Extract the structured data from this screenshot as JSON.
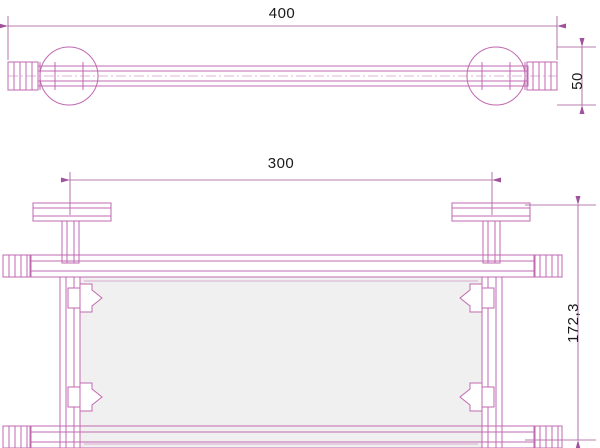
{
  "drawing": {
    "title": "technical-drawing-glass-shelf",
    "line_color": "#c06ab0",
    "dimension_line_color": "#a0539a",
    "text_color": "#1a1a1a",
    "glass_fill": "#f0f0f0",
    "background": "#ffffff"
  },
  "dimensions": {
    "top_width": "400",
    "top_height": "50",
    "bracket_span": "300",
    "overall_depth": "172,3"
  },
  "views": {
    "top_view_label": "",
    "front_view_label": ""
  }
}
